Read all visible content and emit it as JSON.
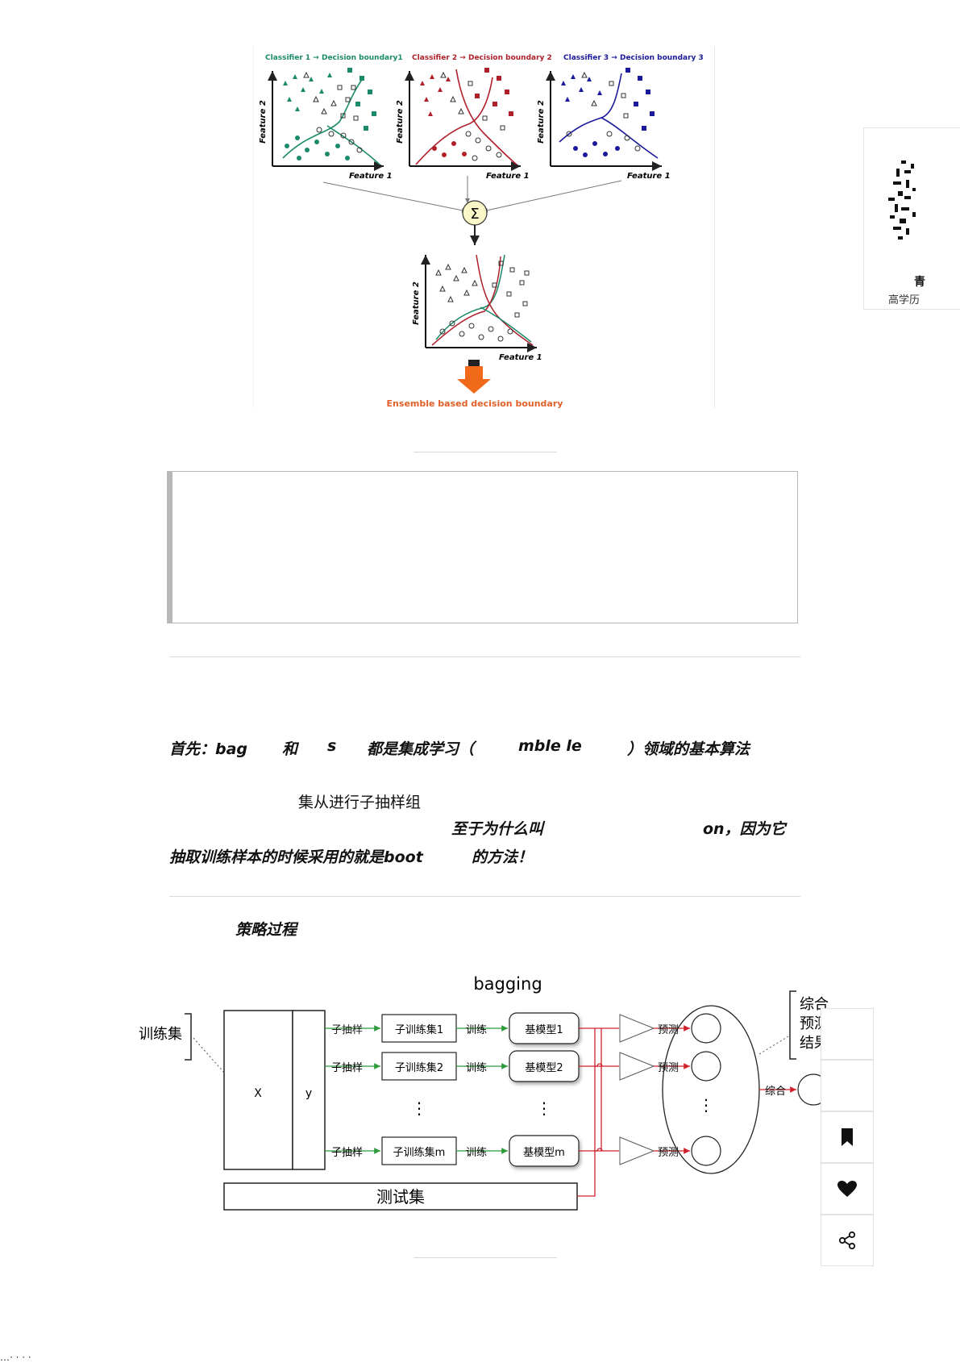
{
  "figure1": {
    "classifier_titles": [
      "Classifier 1 → Decision boundary1",
      "Classifier 2 → Decision boundary 2",
      "Classifier 3 → Decision boundary 3"
    ],
    "xlabel": "Feature 1",
    "ylabel": "Feature 2",
    "sum_symbol": "Σ",
    "result_caption": "Ensemble based decision boundary",
    "colors": {
      "c1": "#1a8a6a",
      "c2": "#b0202a",
      "c3": "#1a1a9a",
      "caption": "#e0602a",
      "arrow": "#f06a1a"
    }
  },
  "article": {
    "line1_segments": [
      "首先：bag",
      "和",
      "s",
      "都是集成学习（",
      "mble le",
      "）领域的基本算法"
    ],
    "line2_segments": [
      "集从进行子抽样组"
    ],
    "line3_segments": [
      "至于为什么叫",
      "on，因为它"
    ],
    "line4_segments": [
      "抽取训练样本的时候采用的就是boot",
      "的方法！"
    ],
    "heading": "策略过程"
  },
  "figure2": {
    "title": "bagging",
    "train_label": "训练集",
    "x_label": "X",
    "y_label": "y",
    "sample_label": "子抽样",
    "subsets": [
      "子训练集1",
      "子训练集2",
      "子训练集m"
    ],
    "train_arrow_label": "训练",
    "models": [
      "基模型1",
      "基模型2",
      "基模型m"
    ],
    "predict_label": "预测",
    "combine_label": "综合",
    "result_label_lines": [
      "综合",
      "预测",
      "结果"
    ],
    "test_label": "测试集",
    "dots": "⋮"
  },
  "sidebar": {
    "qr_caption_bold": "青",
    "qr_caption": "高学历",
    "tools": [
      {
        "name": "bookmark-icon"
      },
      {
        "name": "heart-icon"
      },
      {
        "name": "share-icon"
      }
    ]
  },
  "footer_fragment": "…·  ·  ·  ·"
}
